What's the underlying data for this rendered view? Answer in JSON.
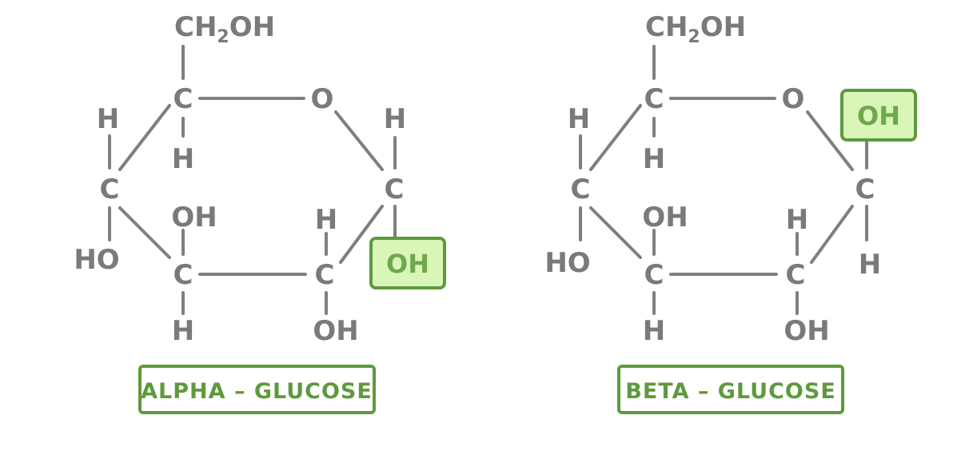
{
  "colors": {
    "atom_text": "#7a7a7a",
    "bond": "#7f7f7f",
    "highlight_fill": "#d9f5b8",
    "highlight_stroke": "#5e9a3c",
    "label_text": "#5e9a3c"
  },
  "atoms": {
    "ch2_prefix": "CH",
    "ch2_sub": "2",
    "ch2_suffix": "OH",
    "carbon": "C",
    "oxygen": "O",
    "hydrogen": "H",
    "hydroxyl": "OH",
    "hydroxyl_left": "HO"
  },
  "molecules": [
    {
      "name": "ALPHA – GLUCOSE",
      "highlighted_group": "OH"
    },
    {
      "name": "BETA – GLUCOSE",
      "highlighted_group": "OH"
    }
  ]
}
